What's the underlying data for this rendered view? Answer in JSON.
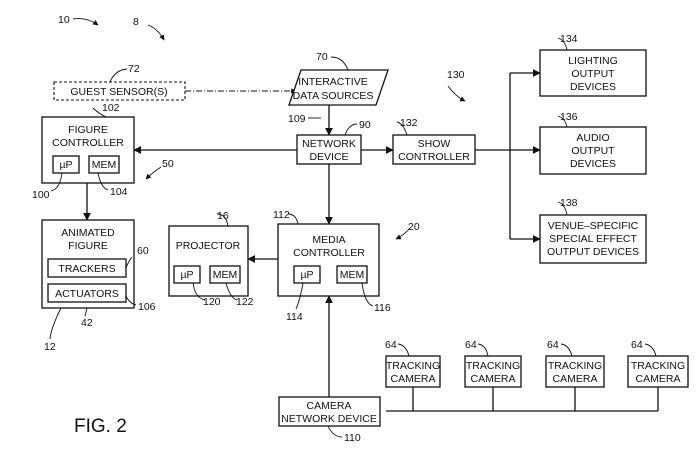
{
  "figure_label": "FIG. 2",
  "ref_numbers": {
    "r10": "10",
    "r8": "8",
    "r72": "72",
    "r70": "70",
    "r102": "102",
    "r90": "90",
    "r109": "109",
    "r132": "132",
    "r130": "130",
    "r134": "134",
    "r136": "136",
    "r138": "138",
    "r50": "50",
    "r100": "100",
    "r104": "104",
    "r60": "60",
    "r106": "106",
    "r42": "42",
    "r12": "12",
    "r16": "16",
    "r112": "112",
    "r20": "20",
    "r120": "120",
    "r122": "122",
    "r114": "114",
    "r116": "116",
    "r64a": "64",
    "r64b": "64",
    "r64c": "64",
    "r64d": "64",
    "r110": "110"
  },
  "blocks": {
    "guest_sensor": "GUEST SENSOR(S)",
    "interactive_1": "INTERACTIVE",
    "interactive_2": "DATA SOURCES",
    "figure_ctrl_1": "FIGURE",
    "figure_ctrl_2": "CONTROLLER",
    "up_label": "µP",
    "mem_label": "MEM",
    "network_1": "NETWORK",
    "network_2": "DEVICE",
    "show_1": "SHOW",
    "show_2": "CONTROLLER",
    "lighting_1": "LIGHTING",
    "lighting_2": "OUTPUT",
    "lighting_3": "DEVICES",
    "audio_1": "AUDIO",
    "audio_2": "OUTPUT",
    "audio_3": "DEVICES",
    "venue_1": "VENUE–SPECIFIC",
    "venue_2": "SPECIAL EFFECT",
    "venue_3": "OUTPUT DEVICES",
    "animated_1": "ANIMATED",
    "animated_2": "FIGURE",
    "trackers": "TRACKERS",
    "actuators": "ACTUATORS",
    "projector": "PROJECTOR",
    "media_1": "MEDIA",
    "media_2": "CONTROLLER",
    "tracking_1": "TRACKING",
    "tracking_2": "CAMERA",
    "camnet_1": "CAMERA",
    "camnet_2": "NETWORK DEVICE"
  }
}
